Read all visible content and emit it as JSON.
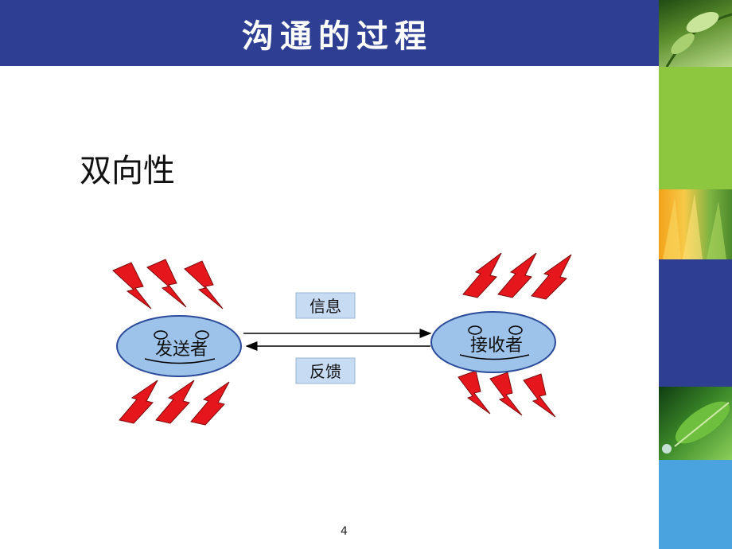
{
  "slide": {
    "title": "沟通的过程",
    "heading": "双向性",
    "page_number": "4"
  },
  "diagram": {
    "sender_label": "发送者",
    "receiver_label": "接收者",
    "message_label": "信息",
    "feedback_label": "反馈"
  },
  "colors": {
    "title_bar": "#2e3f93",
    "node_fill": "#9ec3ea",
    "node_stroke": "#2b4b9a",
    "label_box": "#c7dbf3",
    "lightning": "#e5161c"
  },
  "icons": [
    "lightning-icon",
    "smiley-face-icon",
    "leaf-photo"
  ]
}
